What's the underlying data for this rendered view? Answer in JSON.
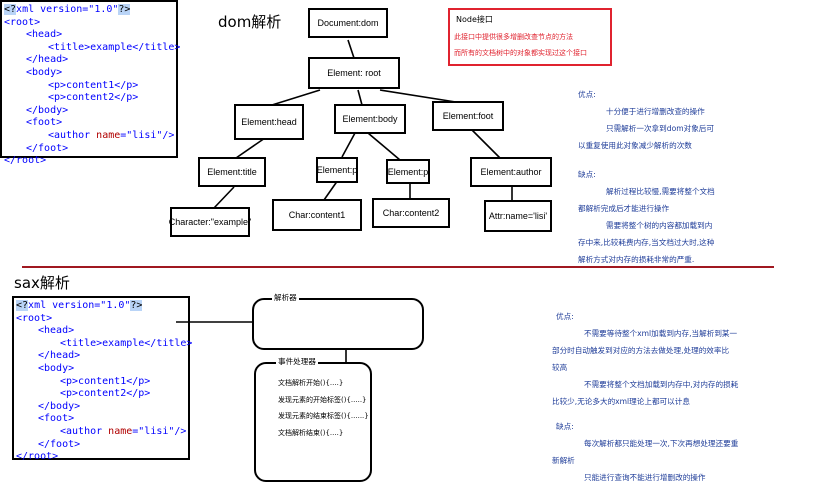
{
  "dom": {
    "heading": "dom解析",
    "code_lines": [
      {
        "indent": 0,
        "html": "<span class='hl'>&lt;?</span><span class='b'>xml version=\"1.0\"</span><span class='hl'>?&gt;</span>"
      },
      {
        "indent": 0,
        "text": "<root>"
      },
      {
        "indent": 1,
        "text": "<head>"
      },
      {
        "indent": 2,
        "text": "<title>example</title>"
      },
      {
        "indent": 1,
        "text": "</head>"
      },
      {
        "indent": 1,
        "text": "<body>"
      },
      {
        "indent": 2,
        "text": "<p>content1</p>"
      },
      {
        "indent": 2,
        "text": "<p>content2</p>"
      },
      {
        "indent": 1,
        "text": "</body>"
      },
      {
        "indent": 1,
        "text": "<foot>"
      },
      {
        "indent": 2,
        "html": "<span class='b'>&lt;author </span><span class='r'>name</span><span class='b'>=\"lisi\"/&gt;</span>"
      },
      {
        "indent": 1,
        "text": "</foot>"
      },
      {
        "indent": 0,
        "text": "</root>"
      }
    ],
    "nodes": {
      "document": "Document:dom",
      "root": "Element: root",
      "head": "Element:head",
      "body": "Element:body",
      "foot": "Element:foot",
      "title": "Element:title",
      "p1": "Element:p",
      "p2": "Element:p",
      "author": "Element:author",
      "char_example": "Character:\"example\"",
      "char1": "Char:content1",
      "char2": "Char:content2",
      "attr": "Attr:name='lisi'"
    },
    "node_box": {
      "title": "Node接口",
      "line1": "此接口中提供很多增删改查节点的方法",
      "line2": "而所有的文档树中的对象都实现过这个接口"
    },
    "notes": {
      "pros_label": "优点:",
      "pros": [
        "十分便于进行增删改查的操作",
        "只需解析一次拿到dom对象后可",
        "以重复使用此对象减少解析的次数"
      ],
      "cons_label": "缺点:",
      "cons": [
        "解析过程比较慢,需要将整个文档",
        "都解析完成后才能进行操作",
        "需要将整个树的内容都加载到内",
        "存中来,比较耗费内存,当文档过大时,这种",
        "解析方式对内存的损耗非常的严重."
      ]
    }
  },
  "sax": {
    "heading": "sax解析",
    "code_lines": [
      {
        "indent": 0,
        "html": "<span class='hl'>&lt;?</span><span class='b'>xml version=\"1.0\"</span><span class='hl'>?&gt;</span>"
      },
      {
        "indent": 0,
        "text": "<root>"
      },
      {
        "indent": 1,
        "text": "<head>"
      },
      {
        "indent": 2,
        "text": "<title>example</title>"
      },
      {
        "indent": 1,
        "text": "</head>"
      },
      {
        "indent": 1,
        "text": "<body>"
      },
      {
        "indent": 2,
        "text": "<p>content1</p>"
      },
      {
        "indent": 2,
        "text": "<p>content2</p>"
      },
      {
        "indent": 1,
        "text": "</body>"
      },
      {
        "indent": 1,
        "text": "<foot>"
      },
      {
        "indent": 2,
        "html": "<span class='b'>&lt;author </span><span class='r'>name</span><span class='b'>=\"lisi\"/&gt;</span>"
      },
      {
        "indent": 1,
        "text": "</foot>"
      },
      {
        "indent": 0,
        "text": "</root>"
      }
    ],
    "parser_label": "解析器",
    "handler_label": "事件处理器",
    "handler_lines": [
      "文档解析开始(){....}",
      "发现元素的开始标签(){.....}",
      "发现元素的结束标签(){......}",
      "文档解析结束(){....}"
    ],
    "notes": {
      "pros_label": "优点:",
      "pros": [
        "不需要等待整个xml加载到内存,当解析到某一",
        "部分时自动触发到对应的方法去做处理,处理的效率比",
        "较高",
        "不需要将整个文档加载到内存中,对内存的损耗",
        "比较少,无论多大的xml理论上都可以计息"
      ],
      "cons_label": "缺点:",
      "cons": [
        "每次解析都只能处理一次,下次再想处理还要重",
        "新解析",
        "只能进行查询不能进行增删改的操作"
      ]
    }
  },
  "colors": {
    "divider": "#a01820",
    "note_text": "#1f3d99",
    "red_box": "#e0232f"
  }
}
